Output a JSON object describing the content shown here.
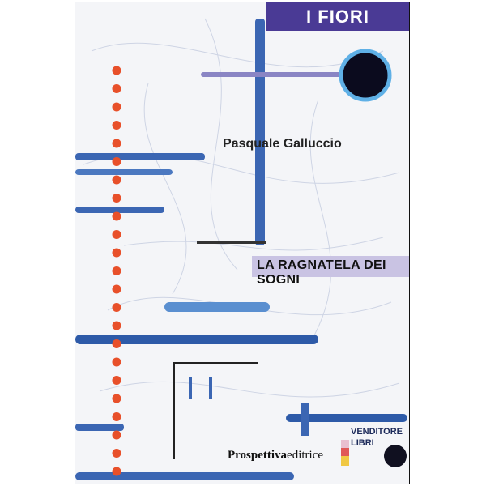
{
  "series_label": "I FIORI",
  "author": "Pasquale Galluccio",
  "title": "LA RAGNATELA DEI SOGNI",
  "publisher": {
    "name": "Prospettiva",
    "suffix": "editrice"
  },
  "badge": {
    "line1": "VENDITORE",
    "line2": "LIBRI"
  },
  "colors": {
    "series_bg": "#4a3a95",
    "dots": "#e8502a",
    "strokes": "#2d5aa8"
  }
}
